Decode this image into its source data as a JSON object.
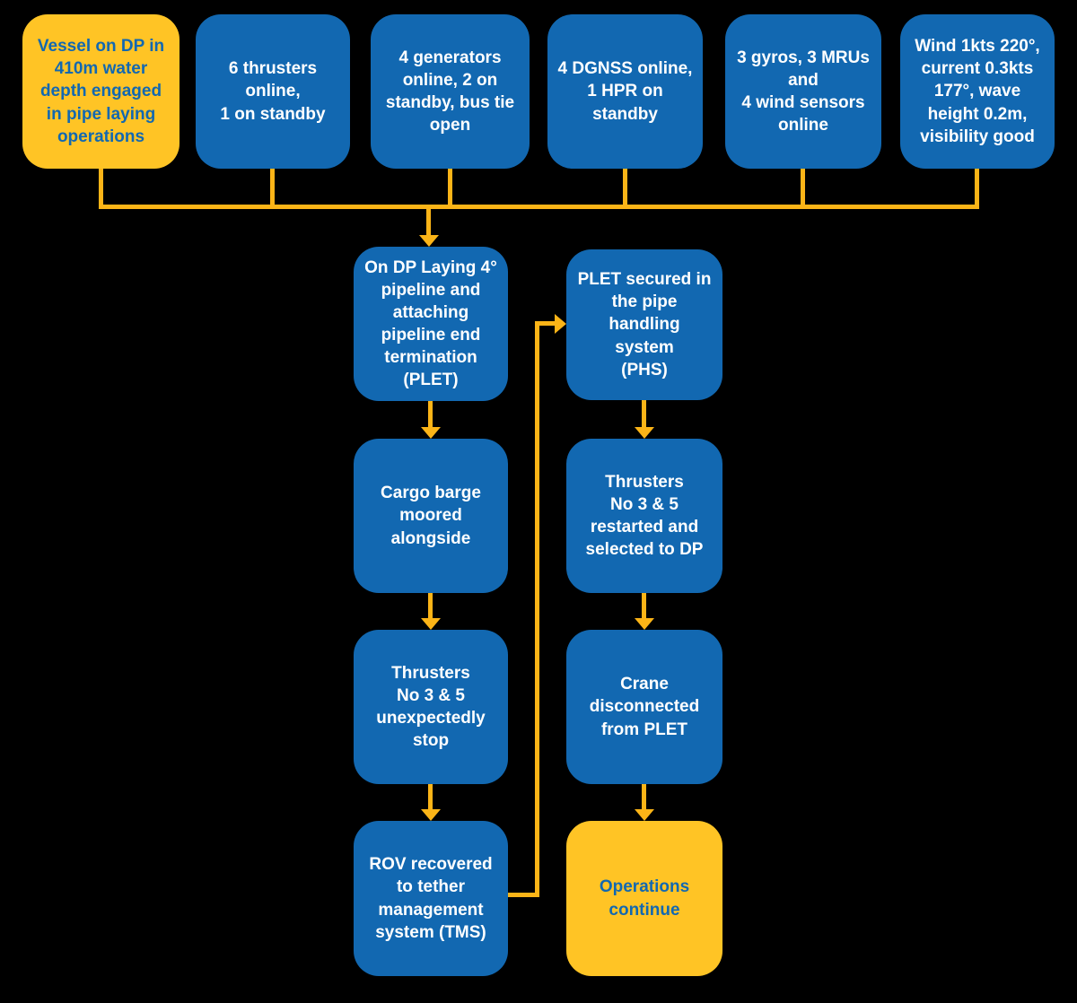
{
  "diagram": {
    "title": "DP pipe-laying incident flowchart",
    "colors": {
      "page_bg": "#000000",
      "box_blue": "#1268B1",
      "box_yellow": "#FFC425",
      "connector": "#FBB417",
      "text_on_blue": "#FFFFFF",
      "text_on_yellow": "#1268B1"
    },
    "top_row": [
      {
        "label": "Vessel on DP in\n410m water\ndepth engaged\nin pipe laying\noperations",
        "style": "yellow"
      },
      {
        "label": "6 thrusters\nonline,\n1 on standby",
        "style": "blue"
      },
      {
        "label": "4 generators\nonline, 2 on\nstandby, bus tie\nopen",
        "style": "blue"
      },
      {
        "label": "4 DGNSS online,\n1 HPR on\nstandby",
        "style": "blue"
      },
      {
        "label": "3 gyros, 3 MRUs\nand\n4 wind sensors\nonline",
        "style": "blue"
      },
      {
        "label": "Wind 1kts 220°,\ncurrent 0.3kts\n177°, wave\nheight 0.2m,\nvisibility good",
        "style": "blue"
      }
    ],
    "left_column": [
      {
        "label": "On DP Laying 4°\npipeline and\nattaching\npipeline end\ntermination\n(PLET)",
        "style": "blue"
      },
      {
        "label": "Cargo barge\nmoored\nalongside",
        "style": "blue"
      },
      {
        "label": "Thrusters\nNo 3 & 5\nunexpectedly\nstop",
        "style": "blue"
      },
      {
        "label": "ROV recovered\nto tether\nmanagement\nsystem (TMS)",
        "style": "blue"
      }
    ],
    "right_column": [
      {
        "label": "PLET secured in\nthe pipe\nhandling\nsystem\n(PHS)",
        "style": "blue"
      },
      {
        "label": "Thrusters\nNo 3 & 5\nrestarted and\nselected to DP",
        "style": "blue"
      },
      {
        "label": "Crane\ndisconnected\nfrom PLET",
        "style": "blue"
      },
      {
        "label": "Operations\ncontinue",
        "style": "yellow"
      }
    ]
  }
}
